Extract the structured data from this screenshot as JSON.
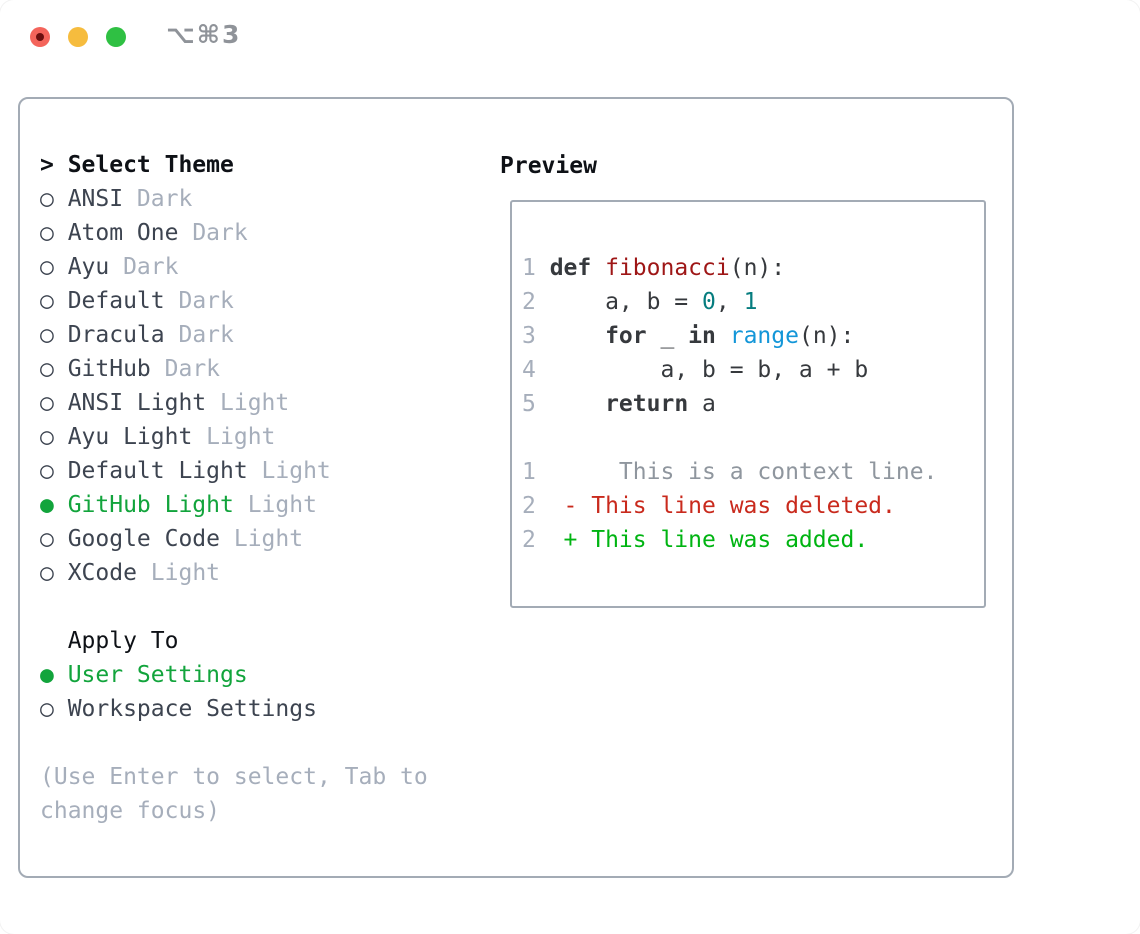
{
  "window": {
    "titlebar": {
      "shortcut_label": "⌥⌘3",
      "traffic_lights": [
        {
          "name": "close",
          "color": "#f4645b",
          "dot": "#6b0f0f"
        },
        {
          "name": "minimize",
          "color": "#f6bc3e"
        },
        {
          "name": "zoom",
          "color": "#2fc043"
        }
      ]
    }
  },
  "theme_panel": {
    "header": {
      "prefix": ">",
      "label": "Select Theme"
    },
    "bullets": {
      "selected": "●",
      "unselected": "○"
    },
    "themes": [
      {
        "label": "ANSI",
        "badge": "Dark",
        "selected": false
      },
      {
        "label": "Atom One",
        "badge": "Dark",
        "selected": false
      },
      {
        "label": "Ayu",
        "badge": "Dark",
        "selected": false
      },
      {
        "label": "Default",
        "badge": "Dark",
        "selected": false
      },
      {
        "label": "Dracula",
        "badge": "Dark",
        "selected": false
      },
      {
        "label": "GitHub",
        "badge": "Dark",
        "selected": false
      },
      {
        "label": "ANSI Light",
        "badge": "Light",
        "selected": false
      },
      {
        "label": "Ayu Light",
        "badge": "Light",
        "selected": false
      },
      {
        "label": "Default Light",
        "badge": "Light",
        "selected": false
      },
      {
        "label": "GitHub Light",
        "badge": "Light",
        "selected": true
      },
      {
        "label": "Google Code",
        "badge": "Light",
        "selected": false
      },
      {
        "label": "XCode",
        "badge": "Light",
        "selected": false
      }
    ],
    "apply_to": {
      "header": "Apply To",
      "options": [
        {
          "label": "User Settings",
          "selected": true
        },
        {
          "label": "Workspace Settings",
          "selected": false
        }
      ]
    },
    "help_lines": [
      "(Use Enter to select, Tab to",
      "change focus)"
    ]
  },
  "preview": {
    "header": "Preview",
    "code_lines": [
      {
        "num": "1",
        "tokens": [
          {
            "text": "def",
            "type": "keyword"
          },
          {
            "text": " ",
            "type": "plain"
          },
          {
            "text": "fibonacci",
            "type": "title"
          },
          {
            "text": "(n):",
            "type": "plain"
          }
        ]
      },
      {
        "num": "2",
        "tokens": [
          {
            "text": "    a, b = ",
            "type": "plain"
          },
          {
            "text": "0",
            "type": "number"
          },
          {
            "text": ", ",
            "type": "plain"
          },
          {
            "text": "1",
            "type": "number"
          }
        ]
      },
      {
        "num": "3",
        "tokens": [
          {
            "text": "    ",
            "type": "plain"
          },
          {
            "text": "for",
            "type": "keyword"
          },
          {
            "text": " _ ",
            "type": "plain"
          },
          {
            "text": "in",
            "type": "keyword"
          },
          {
            "text": " ",
            "type": "plain"
          },
          {
            "text": "range",
            "type": "builtin"
          },
          {
            "text": "(n):",
            "type": "plain"
          }
        ]
      },
      {
        "num": "4",
        "tokens": [
          {
            "text": "        a, b = b, a + b",
            "type": "plain"
          }
        ]
      },
      {
        "num": "5",
        "tokens": [
          {
            "text": "    ",
            "type": "plain"
          },
          {
            "text": "return",
            "type": "keyword"
          },
          {
            "text": " a",
            "type": "plain"
          }
        ]
      }
    ],
    "diff_lines": [
      {
        "num": "1",
        "text": "     This is a context line.",
        "type": "context"
      },
      {
        "num": "2",
        "text": " - This line was deleted.",
        "type": "deleted"
      },
      {
        "num": "2",
        "text": " + This line was added.",
        "type": "added"
      }
    ]
  },
  "colors": {
    "accent_green": "#12a43c",
    "list_text": "#3d4450",
    "heading_text": "#0e1116",
    "muted_text": "#a6aebb",
    "panel_border": "#a3abb5",
    "titlebar_label": "#8f9399",
    "code_plain": "#36393d",
    "code_keyword": "#36393d",
    "code_title": "#9e1616",
    "code_number": "#067d7f",
    "code_builtin": "#1396d8",
    "line_number": "#a6aebb",
    "diff_context": "#8f969e",
    "diff_deleted": "#c92a1d",
    "diff_added": "#00b412"
  }
}
